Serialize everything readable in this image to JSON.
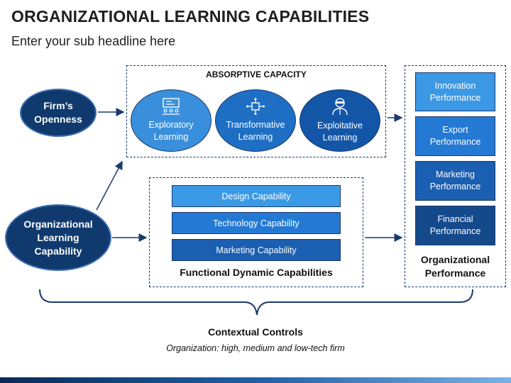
{
  "header": {
    "title": "ORGANIZATIONAL LEARNING CAPABILITIES",
    "subtitle": "Enter your sub headline here"
  },
  "left": {
    "firm_openness": "Firm’s\nOpenness",
    "org_learning": "Organizational\nLearning\nCapability"
  },
  "absorptive": {
    "label": "ABSORPTIVE CAPACITY",
    "items": [
      {
        "label": "Exploratory\nLearning",
        "icon": "presentation-board-icon",
        "color": "#3a8fdc"
      },
      {
        "label": "Transformative\nLearning",
        "icon": "cube-network-icon",
        "color": "#1e6fc4"
      },
      {
        "label": "Exploitative\nLearning",
        "icon": "person-goggles-icon",
        "color": "#1356a8"
      }
    ]
  },
  "functional": {
    "label": "Functional Dynamic Capabilities",
    "items": [
      {
        "label": "Design Capability",
        "color": "#3a9ae6"
      },
      {
        "label": "Technology Capability",
        "color": "#2379d3"
      },
      {
        "label": "Marketing Capability",
        "color": "#1a5fb2"
      }
    ]
  },
  "performance": {
    "label": "Organizational\nPerformance",
    "items": [
      {
        "label": "Innovation\nPerformance",
        "color": "#3b98e4"
      },
      {
        "label": "Export\nPerformance",
        "color": "#2379d3"
      },
      {
        "label": "Marketing\nPerformance",
        "color": "#1a5fb2"
      },
      {
        "label": "Financial\nPerformance",
        "color": "#144a8c"
      }
    ]
  },
  "contextual": {
    "label": "Contextual Controls",
    "note": "Organization: high, medium and low-tech firm"
  },
  "colors": {
    "dark_navy": "#103a6e",
    "arrow": "#1b3a6b"
  }
}
